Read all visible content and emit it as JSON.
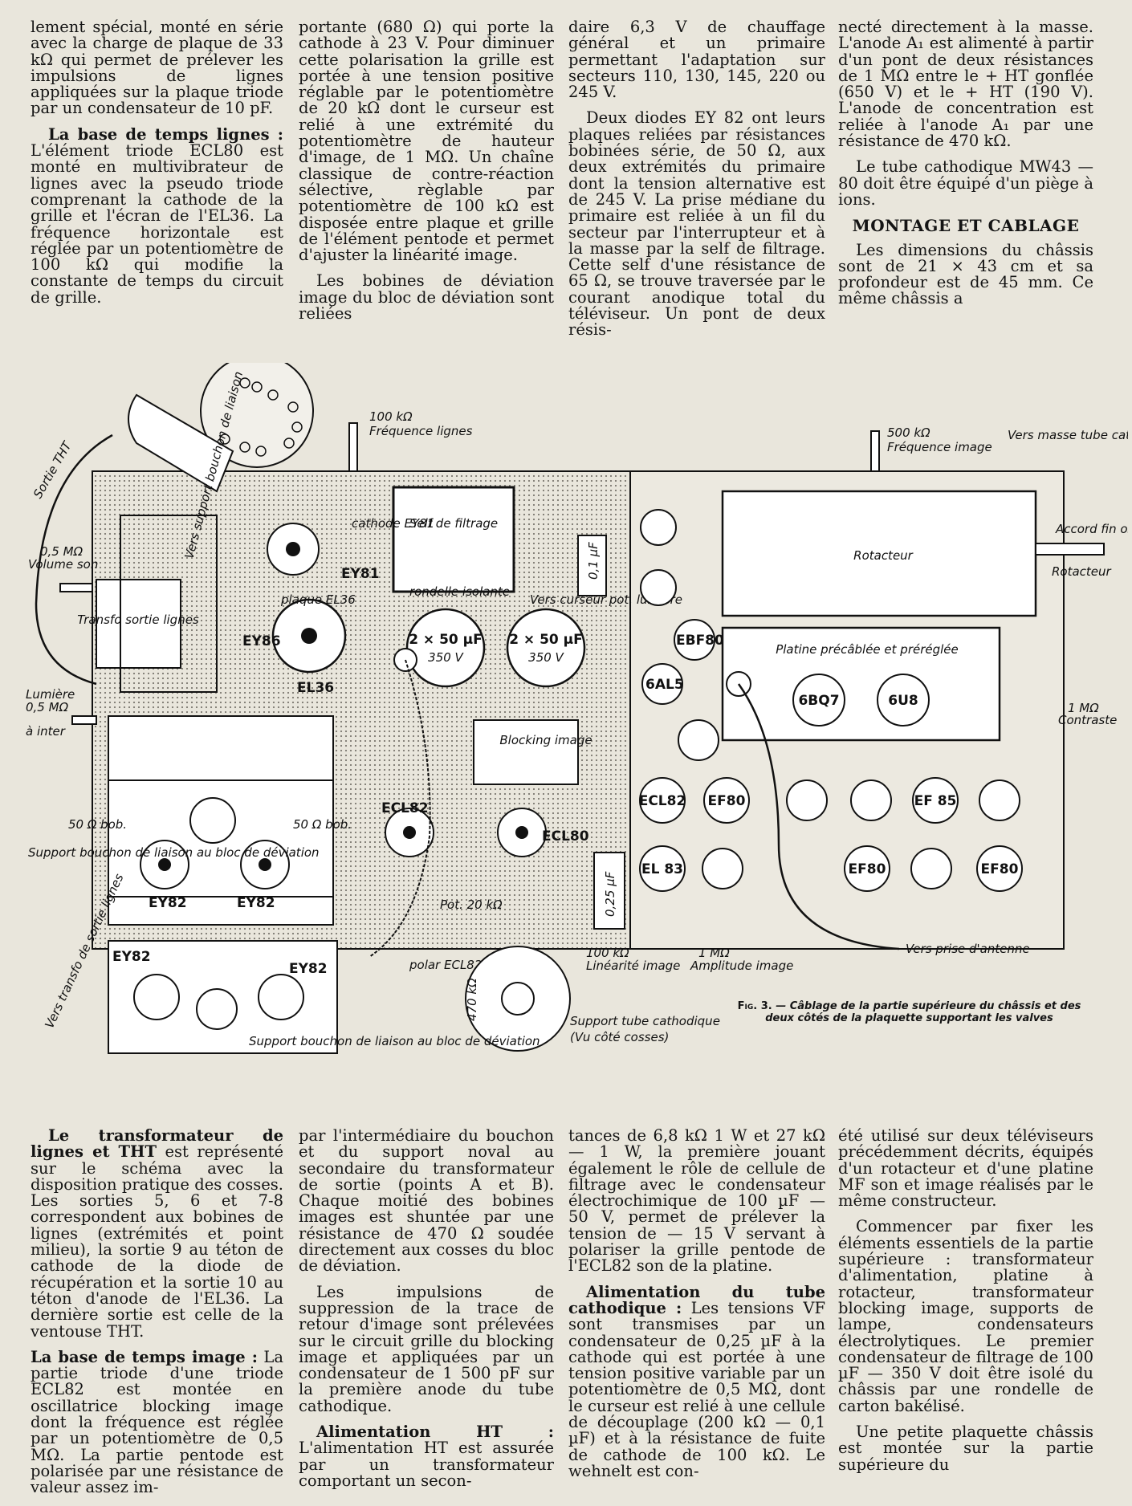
{
  "top": {
    "col1": {
      "p1": "lement spécial, monté en série avec la charge de plaque de 33 kΩ qui permet de prélever les impulsions de lignes appliquées sur la plaque triode par un condensateur de 10 pF.",
      "p2_lead": "La base de temps lignes :",
      "p2": " L'élément triode ECL80 est monté en multivibrateur de lignes avec la pseudo triode comprenant la cathode de la grille et l'écran de l'EL36. La fréquence horizontale est réglée par un potentiomètre de 100 kΩ qui modifie la constante de temps du circuit de grille."
    },
    "col2": {
      "p1": "portante (680 Ω) qui porte la cathode à 23 V. Pour diminuer cette polarisation la grille est portée à une tension positive réglable par le potentiomètre de 20 kΩ dont le curseur est relié à une extrémité du potentiomètre de hauteur d'image, de 1 MΩ. Un chaîne classique de contre-réaction sélective, règlable par potentiomètre de 100 kΩ est disposée entre plaque et grille de l'élément pentode et permet d'ajuster la linéarité image.",
      "p2": "Les bobines de déviation image du bloc de déviation sont reliées"
    },
    "col3": {
      "p1": "daire 6,3 V de chauffage général et un primaire permettant l'adaptation sur secteurs 110, 130, 145, 220 ou 245 V.",
      "p2": "Deux diodes EY 82 ont leurs plaques reliées par résistances bobinées série, de 50 Ω, aux deux extrémités du primaire dont la tension alternative est de 245 V. La prise médiane du primaire est reliée à un fil du secteur par l'interrupteur et à la masse par la self de filtrage. Cette self d'une résistance de 65 Ω, se trouve traversée par le courant anodique total du téléviseur. Un pont de deux résis-"
    },
    "col4": {
      "p1": "necté directement à la masse. L'anode A₁ est alimenté à partir d'un pont de deux résistances de 1 MΩ entre le + HT gonflée (650 V) et le + HT (190 V). L'anode de concentration est reliée à l'anode A₁ par une résistance de 470 kΩ.",
      "p2": "Le tube cathodique MW43 — 80 doit être équipé d'un piège à ions.",
      "heading": "MONTAGE ET CABLAGE",
      "p3": "Les dimensions du châssis sont de 21 × 43 cm et sa profondeur est de 45 mm. Ce même châssis a"
    }
  },
  "figure": {
    "labels": {
      "sortie_tht": "Sortie THT",
      "freq_lignes_val": "100 kΩ",
      "freq_lignes": "Fréquence lignes",
      "self": "Self de filtrage",
      "cathode_ey81": "cathode EY81",
      "ey81": "EY81",
      "vers_support": "Vers support bouchon de liaison",
      "plaque_el36": "plaque EL36",
      "ey86": "EY86",
      "el36": "EL36",
      "volume_val": "0,5 MΩ",
      "volume": "Volume son",
      "transfo": "Transfo sortie lignes",
      "lumiere_label": "Lumière",
      "lumiere_val": "0,5 MΩ",
      "lumiere_inter": "à inter",
      "rondelle": "rondelle isolante",
      "cap1": "2 × 50 µF",
      "cap1v": "350 V",
      "cap2": "2 × 50 µF",
      "cap2v": "350 V",
      "cap01": "0,1 µF",
      "vers_curseur": "Vers curseur pot. lumière",
      "blocking": "Blocking image",
      "ecl82_top": "ECL82",
      "ecl80": "ECL80",
      "cap025": "0,25 µF",
      "pot20k": "Pot. 20 kΩ",
      "polar": "polar ECL82",
      "lin_val": "100 kΩ",
      "lin": "Linéarité image",
      "amp_val": "1 MΩ",
      "amp": "Amplitude image",
      "support_tube": "Support tube cathodique",
      "vu_cote": "(Vu côté cosses)",
      "r470k": "470 kΩ",
      "bob50a": "50 Ω bob.",
      "bob50b": "50 Ω bob.",
      "support_bouchon": "Support bouchon de liaison au bloc de déviation",
      "ey82a": "EY82",
      "ey82b": "EY82",
      "ey82c": "EY82",
      "ey82d": "EY82",
      "vers_transfo": "Vers transfo de sortie lignes",
      "support_bouchon2": "Support bouchon de liaison au bloc de déviation",
      "freq_image_val": "500 kΩ",
      "freq_image": "Fréquence image",
      "vers_masse": "Vers masse tube cath.",
      "rotacteur": "Rotacteur",
      "accord": "Accord fin oscillateur",
      "rotacteur2": "Rotacteur",
      "platine": "Platine précâblée et préréglée",
      "ebf80": "EBF80",
      "6al5": "6AL5",
      "6bq7": "6BQ7",
      "6u8": "6U8",
      "contraste_val": "1 MΩ",
      "contraste": "Contraste",
      "ecl82_r": "ECL82",
      "ef80a": "EF80",
      "ef85": "EF 85",
      "el83": "EL 83",
      "ef80b": "EF80",
      "ef80c": "EF80",
      "antenne": "Vers prise d'antenne"
    }
  },
  "caption": {
    "fig": "Fig. 3.",
    "text": " — Câblage de la partie supérieure du châssis et des deux côtés de la plaquette supportant les valves"
  },
  "bottom": {
    "col1": {
      "p1_lead": "Le transformateur de lignes et THT",
      "p1": " est représenté sur le schéma avec la disposition pratique des cosses. Les sorties 5, 6 et 7-8 correspondent aux bobines de lignes (extrémités et point milieu), la sortie 9 au téton de cathode de la diode de récupération et la sortie 10 au téton d'anode de l'EL36. La dernière sortie est celle de la ventouse THT.",
      "p2_lead": "La base de temps image :",
      "p2": " La partie triode d'une triode ECL82 est montée en oscillatrice blocking image dont la fréquence est réglée par un potentiomètre de 0,5 MΩ. La partie pentode est polarisée par une résistance de valeur assez im-"
    },
    "col2": {
      "p1": "par l'intermédiaire du bouchon et du support noval au secondaire du transformateur de sortie (points A et B). Chaque moitié des bobines images est shuntée par une résistance de 470 Ω soudée directement aux cosses du bloc de déviation.",
      "p2": "Les impulsions de suppression de la trace de retour d'image sont prélevées sur le circuit grille du blocking image et appliquées par un condensateur de 1 500 pF sur la première anode du tube cathodique.",
      "p3_lead": "Alimentation HT :",
      "p3": " L'alimentation HT est assurée par un transformateur comportant un secon-"
    },
    "col3": {
      "p1": "tances de 6,8 kΩ 1 W et 27 kΩ — 1 W, la première jouant également le rôle de cellule de filtrage avec le condensateur électrochimique de 100 µF — 50 V, permet de prélever la tension de — 15 V servant à polariser la grille pentode de l'ECL82 son de la platine.",
      "p2_lead": "Alimentation du tube cathodique :",
      "p2": " Les tensions VF sont transmises par un condensateur de 0,25 µF à la cathode qui est portée à une tension positive variable par un potentiomètre de 0,5 MΩ, dont le curseur est relié à une cellule de découplage (200 kΩ — 0,1 µF) et à la résistance de fuite de cathode de 100 kΩ. Le wehnelt est con-"
    },
    "col4": {
      "p1": "été utilisé sur deux téléviseurs précédemment décrits, équipés d'un rotacteur et d'une platine MF son et image réalisés par le même constructeur.",
      "p2": "Commencer par fixer les éléments essentiels de la partie supérieure : transformateur d'alimentation, platine à rotacteur, transformateur blocking image, supports de lampe, condensateurs électrolytiques. Le premier condensateur de filtrage de 100 µF — 350 V doit être isolé du châssis par une rondelle de carton bakélisé.",
      "p3": "Une petite plaquette châssis est montée sur la partie supérieure du"
    }
  }
}
